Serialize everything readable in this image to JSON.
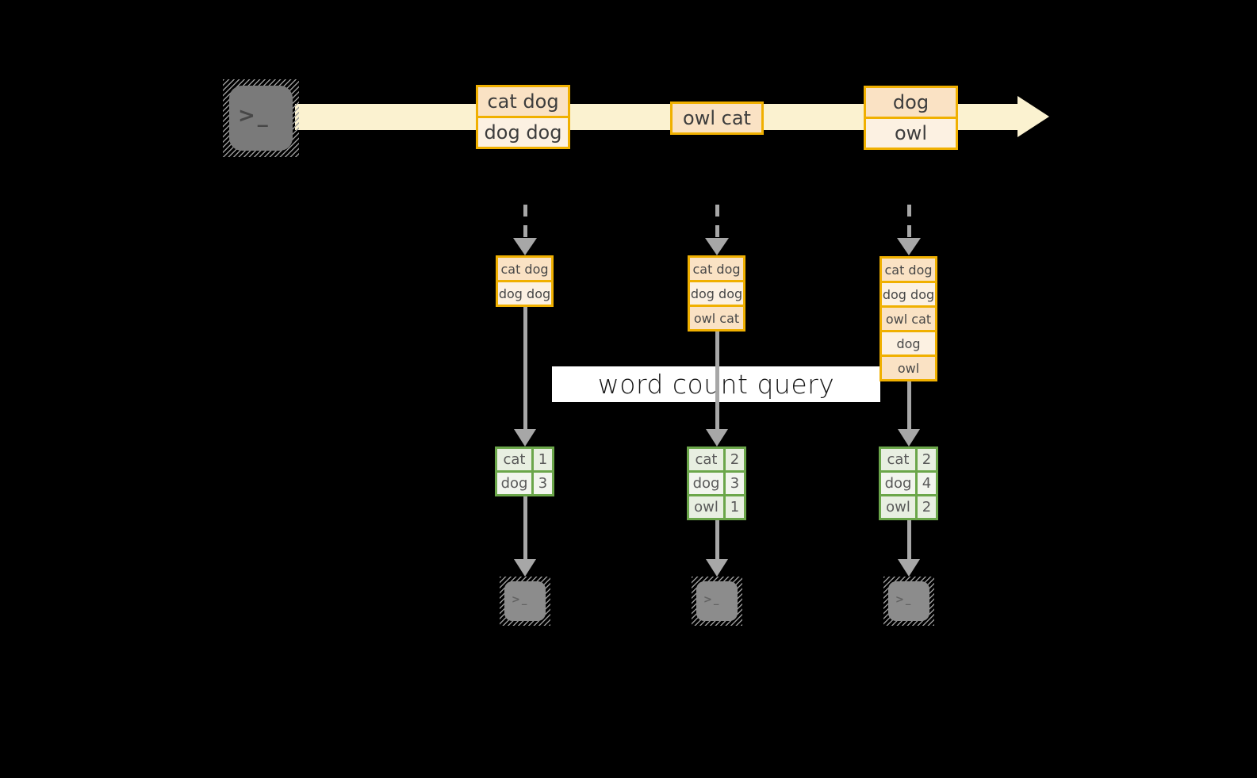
{
  "banner": {
    "label": "word count query"
  },
  "icons": {
    "terminal_glyph": ">_"
  },
  "colors": {
    "background": "#000000",
    "stream_fill": "#FBF2D0",
    "record_border": "#F0B000",
    "record_fill_dark": "#FAE2C4",
    "record_fill_light": "#FCF1E2",
    "table_border": "#6BA64A",
    "table_fill_dark": "#E8EFE1",
    "table_fill_light": "#F2F5EE",
    "arrow_gray": "#A7A7A7",
    "terminal_gray": "#7A7A7A"
  },
  "stream": {
    "groups": [
      {
        "records": [
          "cat dog",
          "dog dog"
        ]
      },
      {
        "records": [
          "owl cat"
        ]
      },
      {
        "records": [
          "dog",
          "owl"
        ]
      }
    ]
  },
  "columns": [
    {
      "stack": [
        "cat dog",
        "dog dog"
      ],
      "table": {
        "rows": [
          {
            "word": "cat",
            "count": "1"
          },
          {
            "word": "dog",
            "count": "3"
          }
        ]
      }
    },
    {
      "stack": [
        "cat dog",
        "dog dog",
        "owl cat"
      ],
      "table": {
        "rows": [
          {
            "word": "cat",
            "count": "2"
          },
          {
            "word": "dog",
            "count": "3"
          },
          {
            "word": "owl",
            "count": "1"
          }
        ]
      }
    },
    {
      "stack": [
        "cat dog",
        "dog dog",
        "owl cat",
        "dog",
        "owl"
      ],
      "table": {
        "rows": [
          {
            "word": "cat",
            "count": "2"
          },
          {
            "word": "dog",
            "count": "4"
          },
          {
            "word": "owl",
            "count": "2"
          }
        ]
      }
    }
  ]
}
